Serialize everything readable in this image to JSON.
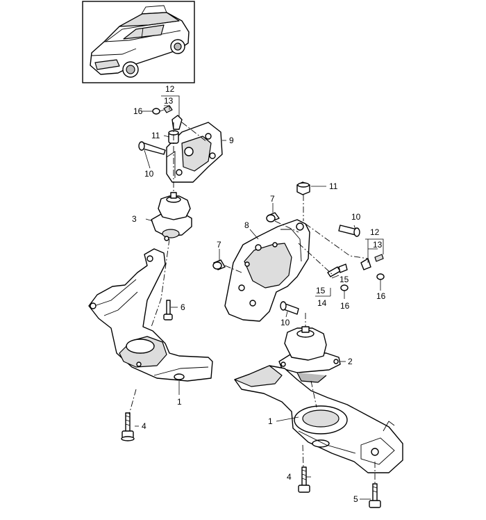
{
  "callouts": {
    "c1a": "1",
    "c1b": "1",
    "c2": "2",
    "c3": "3",
    "c4a": "4",
    "c4b": "4",
    "c5": "5",
    "c6": "6",
    "c7a": "7",
    "c7b": "7",
    "c8": "8",
    "c9": "9",
    "c10a": "10",
    "c10b": "10",
    "c10c": "10",
    "c11a": "11",
    "c11b": "11",
    "c12a": "12",
    "c12b": "12",
    "c13a": "13",
    "c13b": "13",
    "c14": "14",
    "c15a": "15",
    "c15b": "15",
    "c16a": "16",
    "c16b": "16",
    "c16c": "16"
  }
}
